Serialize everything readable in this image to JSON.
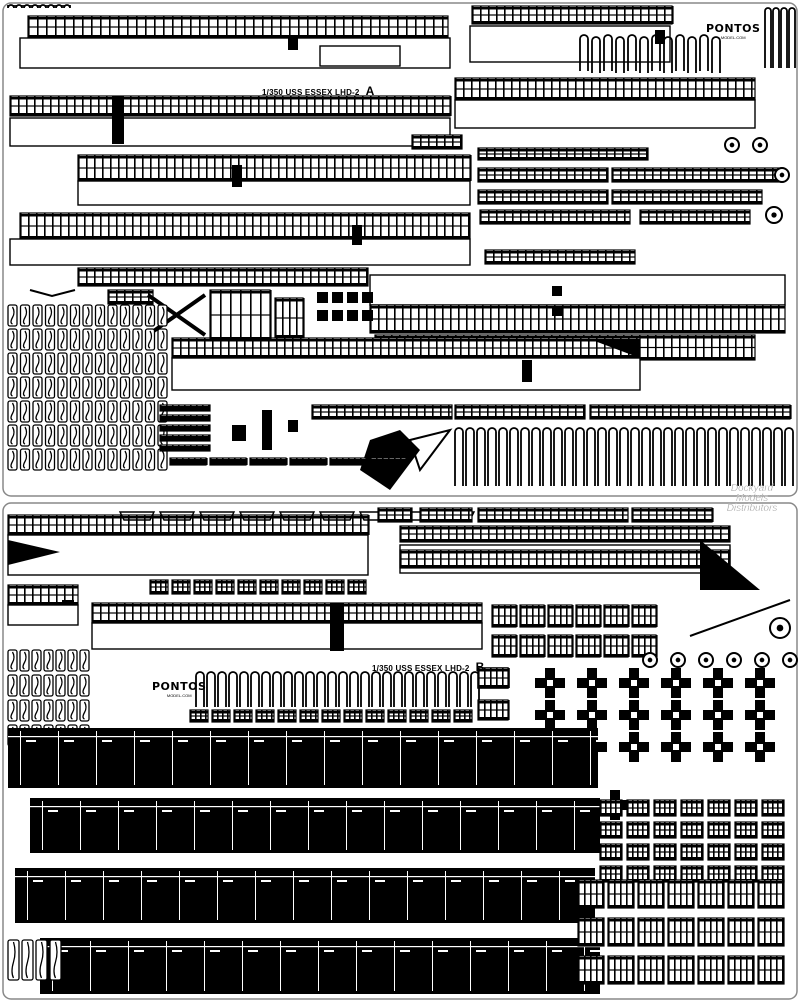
{
  "fret_a": {
    "title": "1/350 USS ESSEX LHD-2",
    "letter": "A"
  },
  "fret_b": {
    "title": "1/350 USS ESSEX LHD-2",
    "letter": "B"
  },
  "logo": {
    "name": "PONTOS",
    "site": "MODEL.COM"
  },
  "watermark": {
    "line1": "Dockyard",
    "line2": "Models",
    "line3": "Distributors"
  },
  "colors": {
    "metal": "#000000",
    "background": "#ffffff",
    "frame": "#888888"
  }
}
